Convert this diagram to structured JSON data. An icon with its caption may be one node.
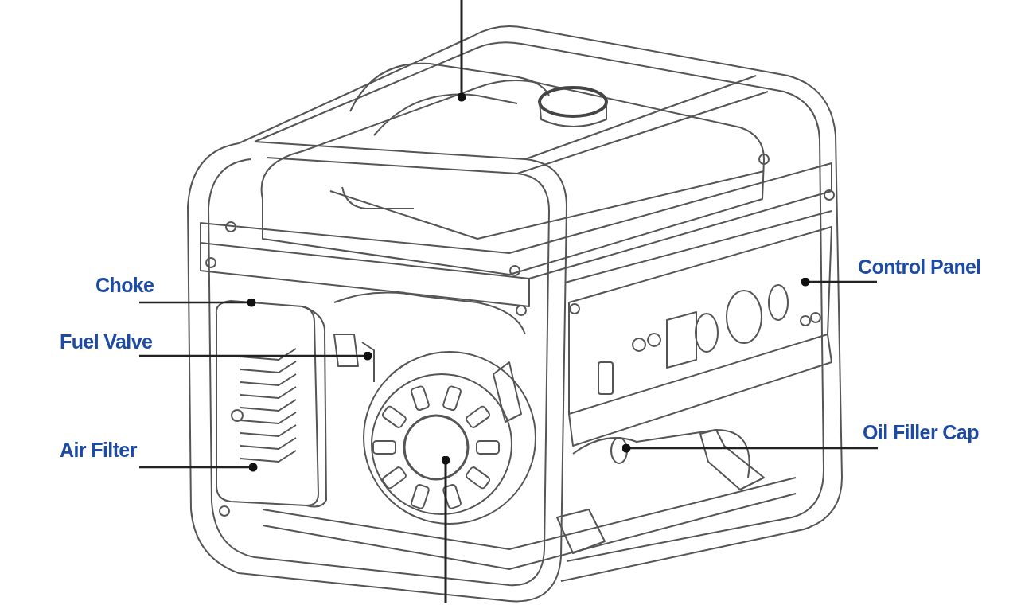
{
  "diagram": {
    "nodes": [
      {
        "text": [
          "Choke"
        ]
      },
      {
        "text": [
          "Fuel Valve"
        ]
      },
      {
        "text": [
          "Air Filter"
        ]
      },
      {
        "text": [
          "Control Panel"
        ]
      },
      {
        "text": [
          "Oil Filler Cap"
        ]
      }
    ],
    "edges": [
      {
        "from": 0,
        "to": null,
        "arrow": "other"
      },
      {
        "from": 1,
        "to": null,
        "arrow": "other"
      },
      {
        "from": 2,
        "to": null,
        "arrow": "other"
      },
      {
        "from": 3,
        "to": null,
        "arrow": "other"
      },
      {
        "from": 4,
        "to": null,
        "arrow": "other"
      }
    ]
  }
}
